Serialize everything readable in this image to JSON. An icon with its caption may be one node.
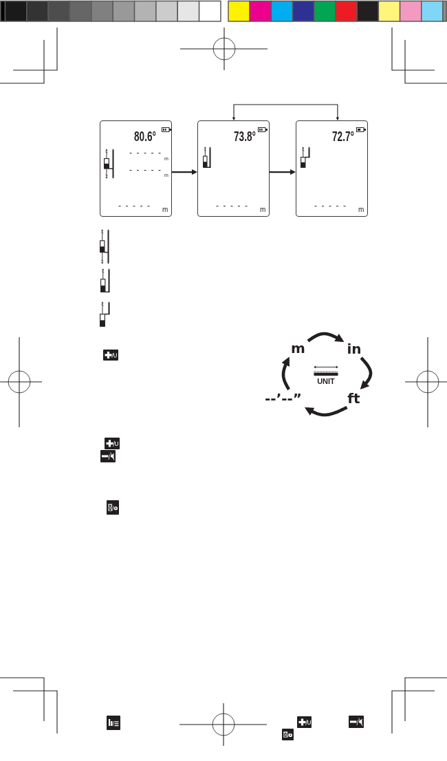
{
  "diagram": {
    "nodes": [
      {
        "text": [
          "80.6°",
          "- - - - -",
          "m",
          "- - - - -",
          "m",
          "- - - - -",
          "m"
        ]
      },
      {
        "text": [
          "73.8°",
          "- - - - -",
          "m"
        ]
      },
      {
        "text": [
          "72.7°",
          "- - - - -",
          "m"
        ]
      },
      {
        "text": [
          "m"
        ]
      },
      {
        "text": [
          "in"
        ]
      },
      {
        "text": [
          "--’--”"
        ]
      },
      {
        "text": [
          "ft"
        ]
      }
    ],
    "edges": [
      {
        "from": 0,
        "to": 1,
        "arrow": "to"
      },
      {
        "from": 1,
        "to": 2,
        "arrow": "to"
      },
      {
        "from": 1,
        "to": 2,
        "arrow": "both"
      },
      {
        "from": 3,
        "to": 4,
        "arrow": "to"
      },
      {
        "from": 4,
        "to": 6,
        "arrow": "to"
      },
      {
        "from": 6,
        "to": 5,
        "arrow": "to"
      },
      {
        "from": 5,
        "to": 3,
        "arrow": "to"
      }
    ],
    "labels": [
      "UNIT"
    ]
  }
}
